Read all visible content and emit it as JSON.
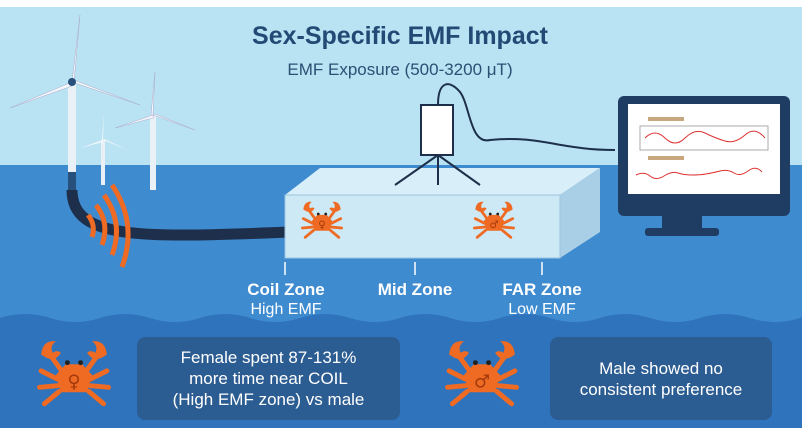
{
  "header": {
    "title": "Sex-Specific EMF Impact",
    "subtitle": "EMF Exposure (500-3200 μT)"
  },
  "zones": [
    {
      "name": "Coil Zone",
      "level": "High EMF"
    },
    {
      "name": "Mid Zone",
      "level": ""
    },
    {
      "name": "FAR Zone",
      "level": "Low EMF"
    }
  ],
  "tank_crabs": {
    "female_symbol": "♀",
    "male_symbol": "♂"
  },
  "findings": [
    {
      "sex": "female",
      "symbol": "♀",
      "lines": [
        "Female spent 87-131%",
        "more time near COIL",
        "(High EMF zone) vs male"
      ]
    },
    {
      "sex": "male",
      "symbol": "♂",
      "lines": [
        "Male showed no",
        "consistent preference"
      ]
    }
  ],
  "colors": {
    "sky": "#b9e2f3",
    "sea": "#3f8bd0",
    "sea_dark": "#2f73bd",
    "crab": "#ef6a22",
    "navy": "#234a75",
    "card": "#2c5d92"
  }
}
